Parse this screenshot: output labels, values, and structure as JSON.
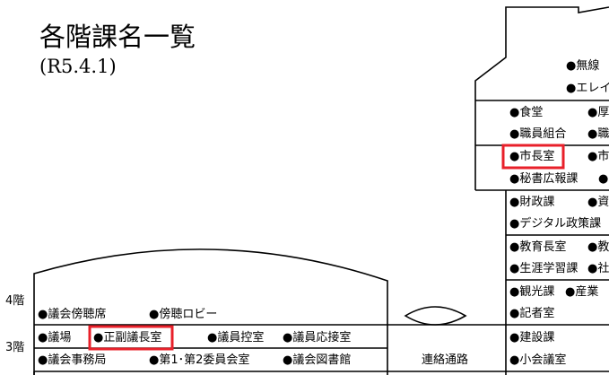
{
  "title": "各階課名一覧",
  "subtitle": "(R5.4.1)",
  "floors": {
    "f4": "4階",
    "f3": "3階"
  },
  "left_building": {
    "row_4f": [
      "●議会傍聴席",
      "●傍聴ロビー"
    ],
    "row_3f_a": [
      "●議場",
      "●正副議長室",
      "●議員控室",
      "●議員応接室"
    ],
    "row_3f_b": [
      "●議会事務局",
      "●第1･第2委員会室",
      "●議会図書館"
    ]
  },
  "corridor": "連絡通路",
  "right_building": {
    "roof_items": [
      "●無線",
      "●エレイ"
    ],
    "col_a": [
      "●食堂",
      "●職員組合",
      "●市長室",
      "●秘書広報課",
      "●財政課",
      "●デジタル政策課",
      "●教育長室",
      "●生涯学習課",
      "●観光課",
      "●記者室",
      "●建設課",
      "●小会議室"
    ],
    "col_b": [
      "●厚",
      "●職",
      "●市",
      "●",
      "●資",
      "●教",
      "●社",
      "●産業"
    ]
  },
  "highlight_color": "#e8202a"
}
